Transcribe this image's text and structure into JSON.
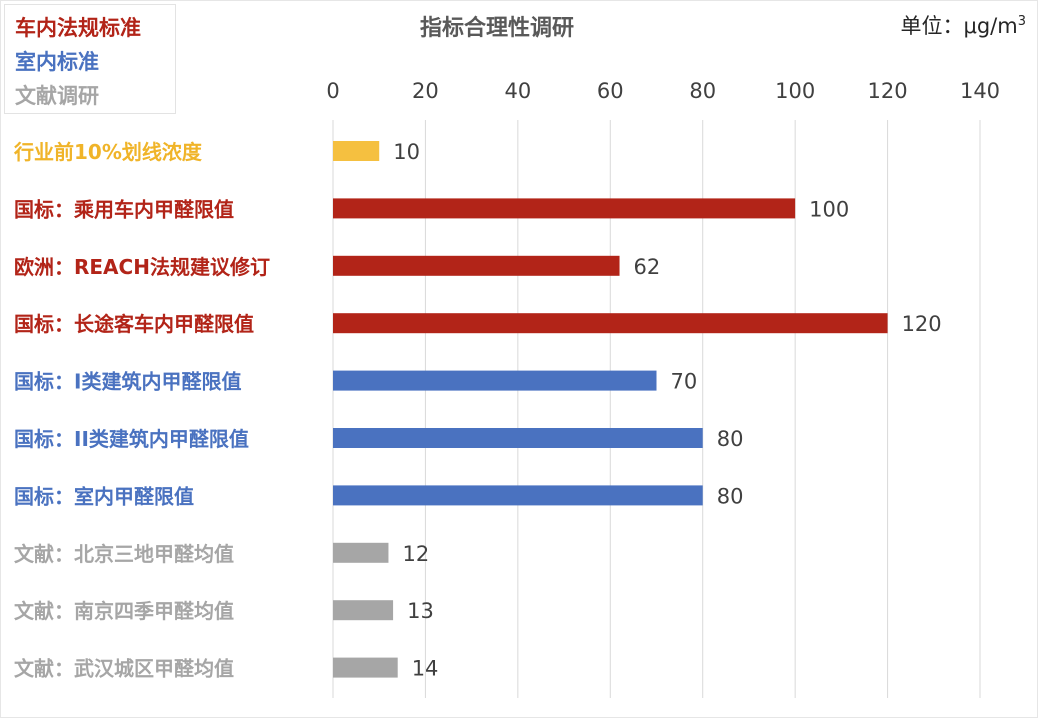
{
  "chart_data": {
    "type": "bar",
    "orientation": "horizontal",
    "title": "指标合理性调研",
    "unit_label": "单位：μg/m",
    "unit_superscript": "3",
    "xlim": [
      0,
      140
    ],
    "xticks": [
      0,
      20,
      40,
      60,
      80,
      100,
      120,
      140
    ],
    "grid": true,
    "legend_position": "top-left",
    "legend": [
      {
        "name": "车内法规标准",
        "color": "#b22418"
      },
      {
        "name": "室内标准",
        "color": "#4a72c0"
      },
      {
        "name": "文献调研",
        "color": "#a6a6a6"
      }
    ],
    "bars": [
      {
        "category": "行业前10%划线浓度",
        "value": 10,
        "value_label": "10",
        "color": "#f5c040",
        "label_color": "#f0b429"
      },
      {
        "category": "国标：乘用车内甲醛限值",
        "value": 100,
        "value_label": "100",
        "color": "#b22418",
        "label_color": "#b22418"
      },
      {
        "category": "欧洲：REACH法规建议修订",
        "value": 62,
        "value_label": "62",
        "color": "#b22418",
        "label_color": "#b22418"
      },
      {
        "category": "国标：长途客车内甲醛限值",
        "value": 120,
        "value_label": "120",
        "color": "#b22418",
        "label_color": "#b22418"
      },
      {
        "category": "国标：I类建筑内甲醛限值",
        "value": 70,
        "value_label": "70",
        "color": "#4a72c0",
        "label_color": "#4a72c0"
      },
      {
        "category": "国标：II类建筑内甲醛限值",
        "value": 80,
        "value_label": "80",
        "color": "#4a72c0",
        "label_color": "#4a72c0"
      },
      {
        "category": "国标：室内甲醛限值",
        "value": 80,
        "value_label": "80",
        "color": "#4a72c0",
        "label_color": "#4a72c0"
      },
      {
        "category": "文献：北京三地甲醛均值",
        "value": 12,
        "value_label": "12",
        "color": "#a6a6a6",
        "label_color": "#a6a6a6"
      },
      {
        "category": "文献：南京四季甲醛均值",
        "value": 13,
        "value_label": "13",
        "color": "#a6a6a6",
        "label_color": "#a6a6a6"
      },
      {
        "category": "文献：武汉城区甲醛均值",
        "value": 14,
        "value_label": "14",
        "color": "#a6a6a6",
        "label_color": "#a6a6a6"
      }
    ]
  }
}
